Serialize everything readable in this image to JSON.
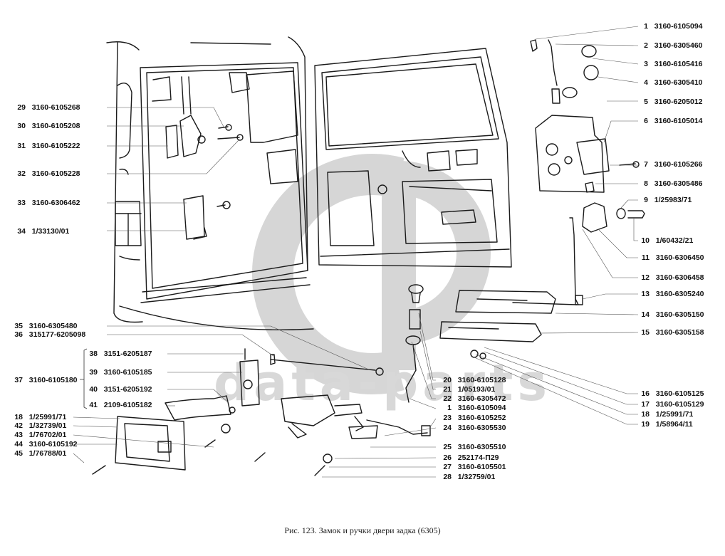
{
  "figure": {
    "caption": "Рис. 123. Замок и ручки двери задка (6305)",
    "watermark": {
      "logo": "GP",
      "text": "data-parts",
      "color": "#d4d4d4"
    }
  },
  "parts": {
    "right_column": [
      {
        "num": "1",
        "part": "3160-6105094"
      },
      {
        "num": "2",
        "part": "3160-6305460"
      },
      {
        "num": "3",
        "part": "3160-6105416"
      },
      {
        "num": "4",
        "part": "3160-6305410"
      },
      {
        "num": "5",
        "part": "3160-6205012"
      },
      {
        "num": "6",
        "part": "3160-6105014"
      },
      {
        "num": "7",
        "part": "3160-6105266"
      },
      {
        "num": "8",
        "part": "3160-6305486"
      },
      {
        "num": "9",
        "part": "1/25983/71"
      },
      {
        "num": "10",
        "part": "1/60432/21"
      },
      {
        "num": "11",
        "part": "3160-6306450"
      },
      {
        "num": "12",
        "part": "3160-6306458"
      },
      {
        "num": "13",
        "part": "3160-6305240"
      },
      {
        "num": "14",
        "part": "3160-6305150"
      },
      {
        "num": "15",
        "part": "3160-6305158"
      },
      {
        "num": "16",
        "part": "3160-6105125"
      },
      {
        "num": "17",
        "part": "3160-6105129"
      },
      {
        "num": "18",
        "part": "1/25991/71"
      },
      {
        "num": "19",
        "part": "1/58964/11"
      }
    ],
    "center_column": [
      {
        "num": "20",
        "part": "3160-6105128"
      },
      {
        "num": "21",
        "part": "1/05193/01"
      },
      {
        "num": "22",
        "part": "3160-6305472"
      },
      {
        "num": "1",
        "part": "3160-6105094"
      },
      {
        "num": "23",
        "part": "3160-6105252"
      },
      {
        "num": "24",
        "part": "3160-6305530"
      },
      {
        "num": "25",
        "part": "3160-6305510"
      },
      {
        "num": "26",
        "part": "252174-П29"
      },
      {
        "num": "27",
        "part": "3160-6105501"
      },
      {
        "num": "28",
        "part": "1/32759/01"
      }
    ],
    "left_upper": [
      {
        "num": "29",
        "part": "3160-6105268"
      },
      {
        "num": "30",
        "part": "3160-6105208"
      },
      {
        "num": "31",
        "part": "3160-6105222"
      },
      {
        "num": "32",
        "part": "3160-6105228"
      },
      {
        "num": "33",
        "part": "3160-6306462"
      },
      {
        "num": "34",
        "part": "1/33130/01"
      }
    ],
    "left_lower": [
      {
        "num": "35",
        "part": "3160-6305480"
      },
      {
        "num": "36",
        "part": "315177-6205098"
      },
      {
        "num": "37",
        "part": "3160-6105180"
      }
    ],
    "assembly_37": [
      {
        "num": "38",
        "part": "3151-6205187"
      },
      {
        "num": "39",
        "part": "3160-6105185"
      },
      {
        "num": "40",
        "part": "3151-6205192"
      },
      {
        "num": "41",
        "part": "2109-6105182"
      }
    ],
    "left_bottom": [
      {
        "num": "18",
        "part": "1/25991/71"
      },
      {
        "num": "42",
        "part": "1/32739/01"
      },
      {
        "num": "43",
        "part": "1/76702/01"
      },
      {
        "num": "44",
        "part": "3160-6105192"
      },
      {
        "num": "45",
        "part": "1/76788/01"
      }
    ]
  }
}
